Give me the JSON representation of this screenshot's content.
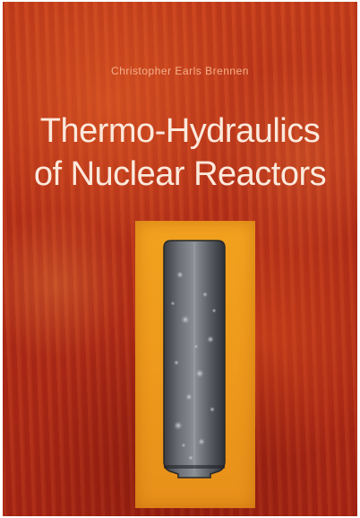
{
  "cover": {
    "author": "Christopher Earls Brennen",
    "title_line_1": "Thermo-Hydraulics",
    "title_line_2": "of Nuclear Reactors"
  },
  "colors": {
    "background": "#b8321a",
    "panel": "#f2a21f",
    "title": "#fbe9dc",
    "author": "#f3b08a"
  }
}
